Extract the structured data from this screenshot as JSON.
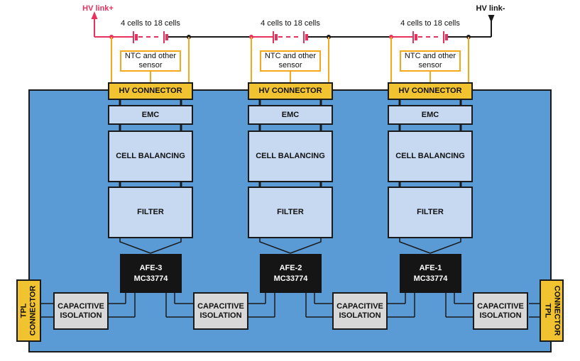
{
  "diagram": {
    "hv_link_plus": "HV link+",
    "hv_link_minus": "HV link-",
    "cells_label": "4 cells to 18 cells",
    "ntc_sensor": {
      "line1": "NTC and other",
      "line2": "sensor"
    },
    "hv_connector_label": "HV CONNECTOR",
    "emc_label": "EMC",
    "cell_balancing_label": "CELL BALANCING",
    "filter_label": "FILTER",
    "capacitive_isolation": {
      "line1": "CAPACITIVE",
      "line2": "ISOLATION"
    },
    "tpl_connector": {
      "line1": "TPL",
      "line2": "CONNECTOR"
    },
    "afes": [
      {
        "name": "AFE-3",
        "part": "MC33774"
      },
      {
        "name": "AFE-2",
        "part": "MC33774"
      },
      {
        "name": "AFE-1",
        "part": "MC33774"
      }
    ],
    "colors": {
      "board_blue": "#5B9BD5",
      "block_light_blue": "#C7D9F1",
      "connector_yellow": "#F2C331",
      "sensor_orange": "#F5A81C",
      "battery_red": "#E8315D",
      "afe_black": "#151515",
      "isolation_gray": "#D8D8D8",
      "line_black": "#1a1a1a"
    }
  }
}
